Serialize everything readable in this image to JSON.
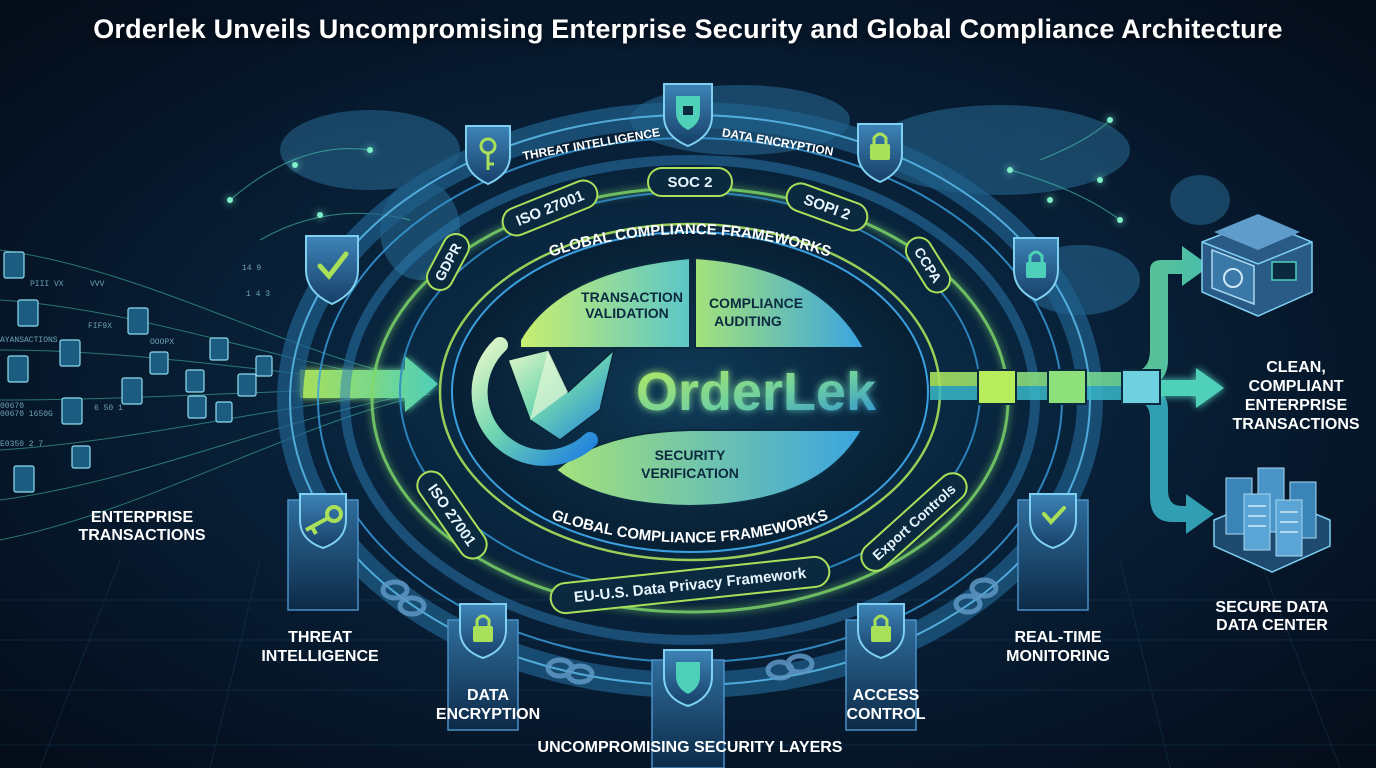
{
  "title": "Orderlek Unveils Uncompromising Enterprise Security and Global Compliance Architecture",
  "colors": {
    "accent_green": "#a8e05a",
    "accent_blue": "#3aa0e0",
    "teal": "#4fd0b8",
    "background": "#061426"
  },
  "center": {
    "brand": "OrderLek"
  },
  "segments": {
    "transaction_validation": "TRANSACTION VALIDATION",
    "compliance_auditing": "COMPLIANCE AUDITING",
    "security_verification": "SECURITY VERIFICATION"
  },
  "ring_labels": {
    "top": "GLOBAL COMPLIANCE FRAMEWORKS",
    "bottom": "GLOBAL COMPLIANCE FRAMEWORKS"
  },
  "frameworks": {
    "gdpr": "GDPR",
    "iso_top": "ISO 27001",
    "soc2": "SOC 2",
    "sopi2": "SOPI 2",
    "ccpa": "CCPA",
    "iso_bottom": "ISO 27001",
    "eu_us": "EU-U.S. Data Privacy Framework",
    "export_controls": "Export Controls"
  },
  "outer_ring": {
    "threat_intelligence": "THREAT INTELLIGENCE",
    "data_encryption": "DATA ENCRYPTION"
  },
  "left_input": {
    "label": "ENTERPRISE TRANSACTIONS",
    "fragments": [
      "PIII VX",
      "VVV",
      "14 9",
      "1 4 3",
      "AYANSACTIONS",
      "FIF9X",
      "OOOPX",
      "00670",
      "00670 1650G",
      "6 50 1",
      "E0350 2 7"
    ]
  },
  "outputs": {
    "clean": "CLEAN, COMPLIANT ENTERPRISE TRANSACTIONS",
    "datacenter": "SECURE DATA DATA CENTER"
  },
  "bottom_layers": {
    "threat": "THREAT INTELLIGENCE",
    "encryption": "DATA ENCRYPTION",
    "access": "ACCESS CONTROL",
    "monitoring": "REAL-TIME MONITORING",
    "caption": "UNCOMPROMISING SECURITY LAYERS"
  },
  "icons": [
    "key-icon",
    "shield-icon",
    "lock-icon",
    "shield-check-icon",
    "vault-icon",
    "server-icon",
    "arrow-right-icon",
    "chain-icon",
    "document-icon",
    "world-map-icon"
  ]
}
